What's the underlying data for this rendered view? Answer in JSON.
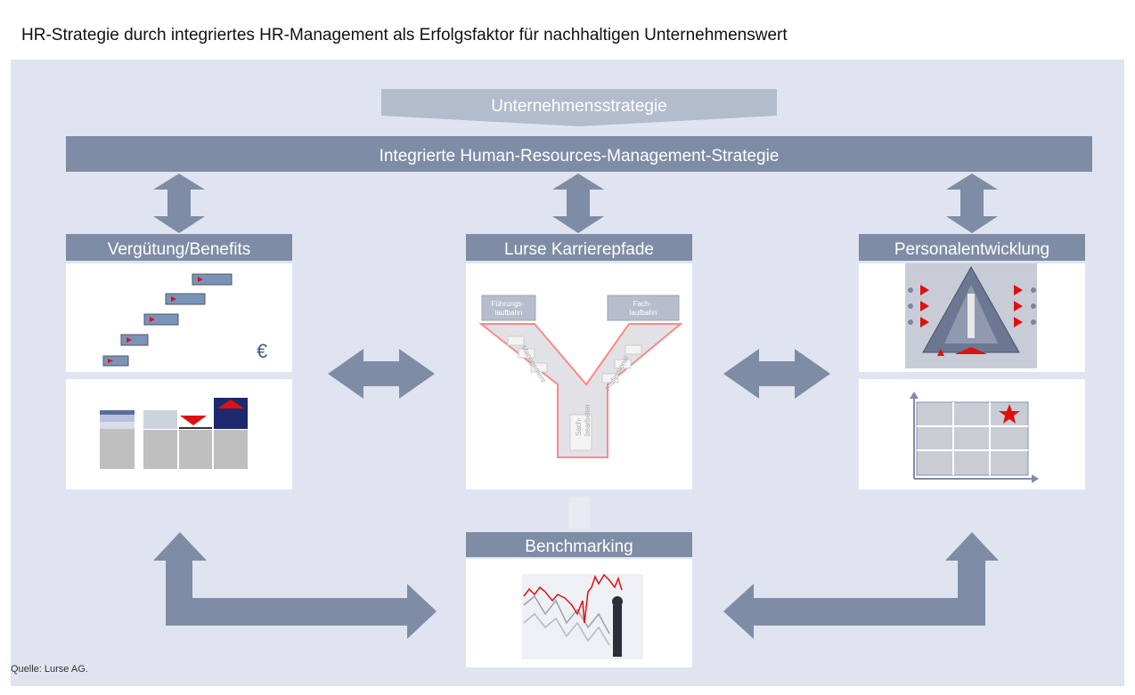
{
  "title": "HR-Strategie durch integriertes HR-Management als Erfolgsfaktor für nachhaltigen Unternehmenswert",
  "top_arrow_label": "Unternehmensstrategie",
  "strategy_bar_label": "Integrierte Human-Resources-Management-Strategie",
  "columns": {
    "left_label": "Vergütung/Benefits",
    "center_label": "Lurse Karrierepfade",
    "right_label": "Personalentwicklung"
  },
  "benchmarking_label": "Benchmarking",
  "career_paths": {
    "management_track": "Führungs-\nlaufbahn",
    "specialist_track": "Fach-\nlaufbahn",
    "management_diag": "Management",
    "expert_diag": "Professional",
    "clerk": "Sach-\nbearbeiter"
  },
  "euro_symbol": "€",
  "source": "Quelle: Lurse AG.",
  "colors": {
    "bar": "#7f8ca5",
    "background": "#dfe4f0",
    "accent_red": "#e01010",
    "navy": "#1a2a6c"
  }
}
